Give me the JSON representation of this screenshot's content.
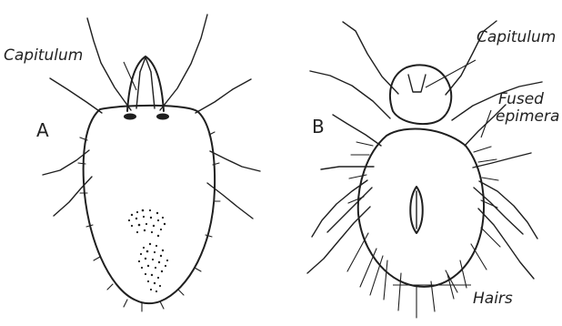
{
  "labels": {
    "panel_a": "A",
    "panel_b": "B",
    "capitulum_a": "Capitulum",
    "capitulum_b": "Capitulum",
    "fused_epimera_line1": "Fused",
    "fused_epimera_line2": "epimera",
    "hairs": "Hairs"
  }
}
